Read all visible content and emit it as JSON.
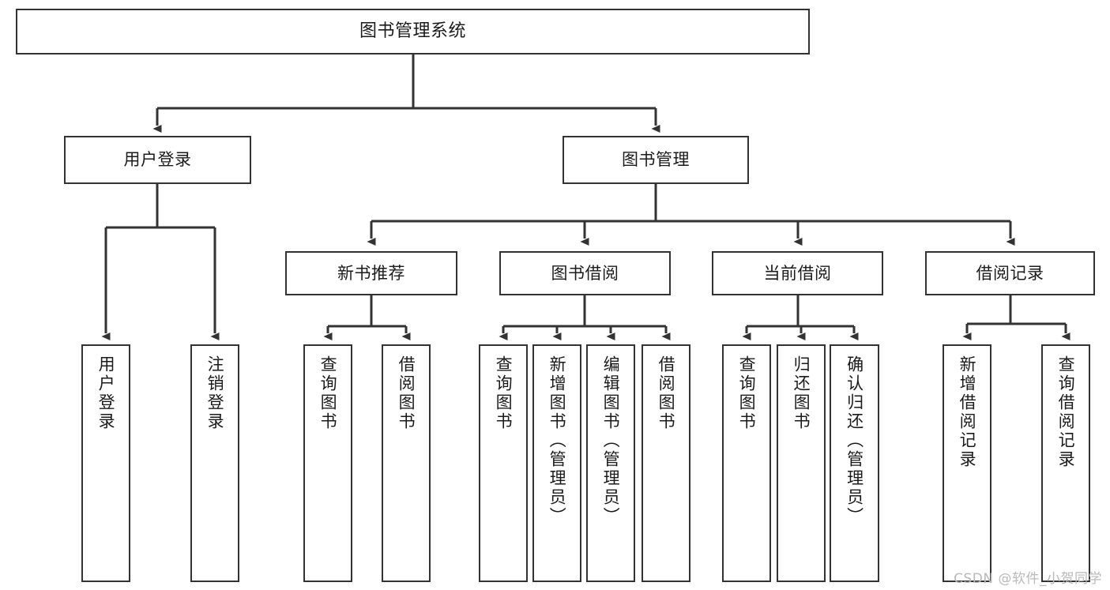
{
  "diagram": {
    "title": "图书管理系统",
    "type": "tree-structure-chart",
    "watermark": "CSDN @软件_小贺同学",
    "colors": {
      "box_border": "#333333",
      "box_fill": "#ffffff",
      "edge": "#333333",
      "text": "#1b1b1b",
      "watermark": "#b9b9b9"
    }
  },
  "nodes": {
    "root": {
      "label": "图书管理系统"
    },
    "level1": [
      {
        "id": "user-login",
        "label": "用户登录"
      },
      {
        "id": "book-management",
        "label": "图书管理"
      }
    ],
    "level2": [
      {
        "id": "new-book-recommend",
        "label": "新书推荐"
      },
      {
        "id": "book-borrow",
        "label": "图书借阅"
      },
      {
        "id": "current-borrow",
        "label": "当前借阅"
      },
      {
        "id": "borrow-record",
        "label": "借阅记录"
      }
    ],
    "leaves": {
      "user-login": [
        {
          "id": "user-login-leaf",
          "label": "用户登录"
        },
        {
          "id": "user-logout-leaf",
          "label": "注销登录"
        }
      ],
      "new-book-recommend": [
        {
          "id": "query-book-1",
          "label": "查询图书"
        },
        {
          "id": "borrow-book-1",
          "label": "借阅图书"
        }
      ],
      "book-borrow": [
        {
          "id": "query-book-2",
          "label": "查询图书"
        },
        {
          "id": "add-book",
          "label": "新增图书（管理员）"
        },
        {
          "id": "edit-book",
          "label": "编辑图书（管理员）"
        },
        {
          "id": "borrow-book-2",
          "label": "借阅图书"
        }
      ],
      "current-borrow": [
        {
          "id": "query-book-3",
          "label": "查询图书"
        },
        {
          "id": "return-book",
          "label": "归还图书"
        },
        {
          "id": "confirm-return",
          "label": "确认归还（管理员）"
        }
      ],
      "borrow-record": [
        {
          "id": "add-borrow-record",
          "label": "新增借阅记录"
        },
        {
          "id": "query-borrow-record",
          "label": "查询借阅记录"
        }
      ]
    }
  }
}
